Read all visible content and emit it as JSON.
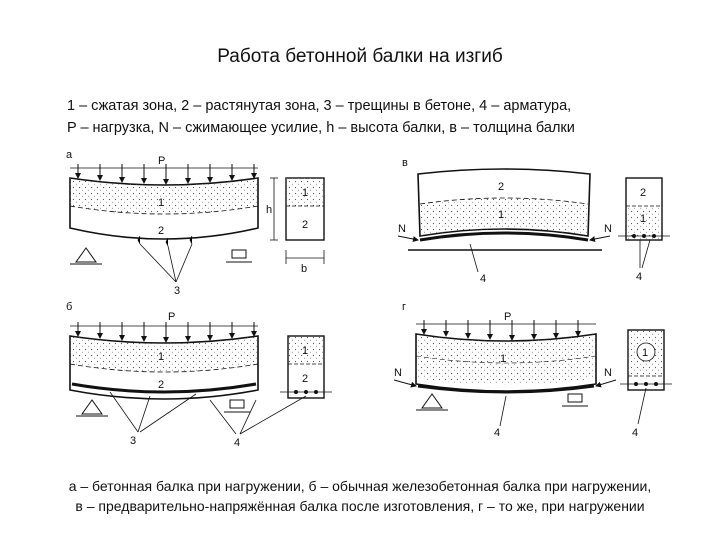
{
  "title": "Работа бетонной балки на изгиб",
  "legend": {
    "line1": "1 – сжатая зона, 2 – растянутая зона, 3 – трещины в бетоне, 4 – арматура,",
    "line2": "P – нагрузка, N – сжимающее усилие, h – высота балки, в – толщина балки"
  },
  "caption": {
    "line1": "а – бетонная балка при нагружении, б – обычная железобетонная балка при нагружении,",
    "line2": "в – предварительно-напряжённая балка после изготовления, г – то же, при нагружении"
  },
  "panels": {
    "a": {
      "letter": "а",
      "load": "P",
      "zone1": "1",
      "zone2": "2",
      "crack": "3",
      "height": "h",
      "width": "b"
    },
    "b": {
      "letter": "б",
      "load": "P",
      "zone1": "1",
      "zone2": "2",
      "crack": "3",
      "rebar": "4"
    },
    "v": {
      "letter": "в",
      "zone1": "1",
      "zone2": "2",
      "force_left": "N",
      "force_right": "N",
      "rebar": "4"
    },
    "g": {
      "letter": "г",
      "load": "P",
      "zone1": "1",
      "force_left": "N",
      "force_right": "N",
      "rebar": "4"
    }
  }
}
